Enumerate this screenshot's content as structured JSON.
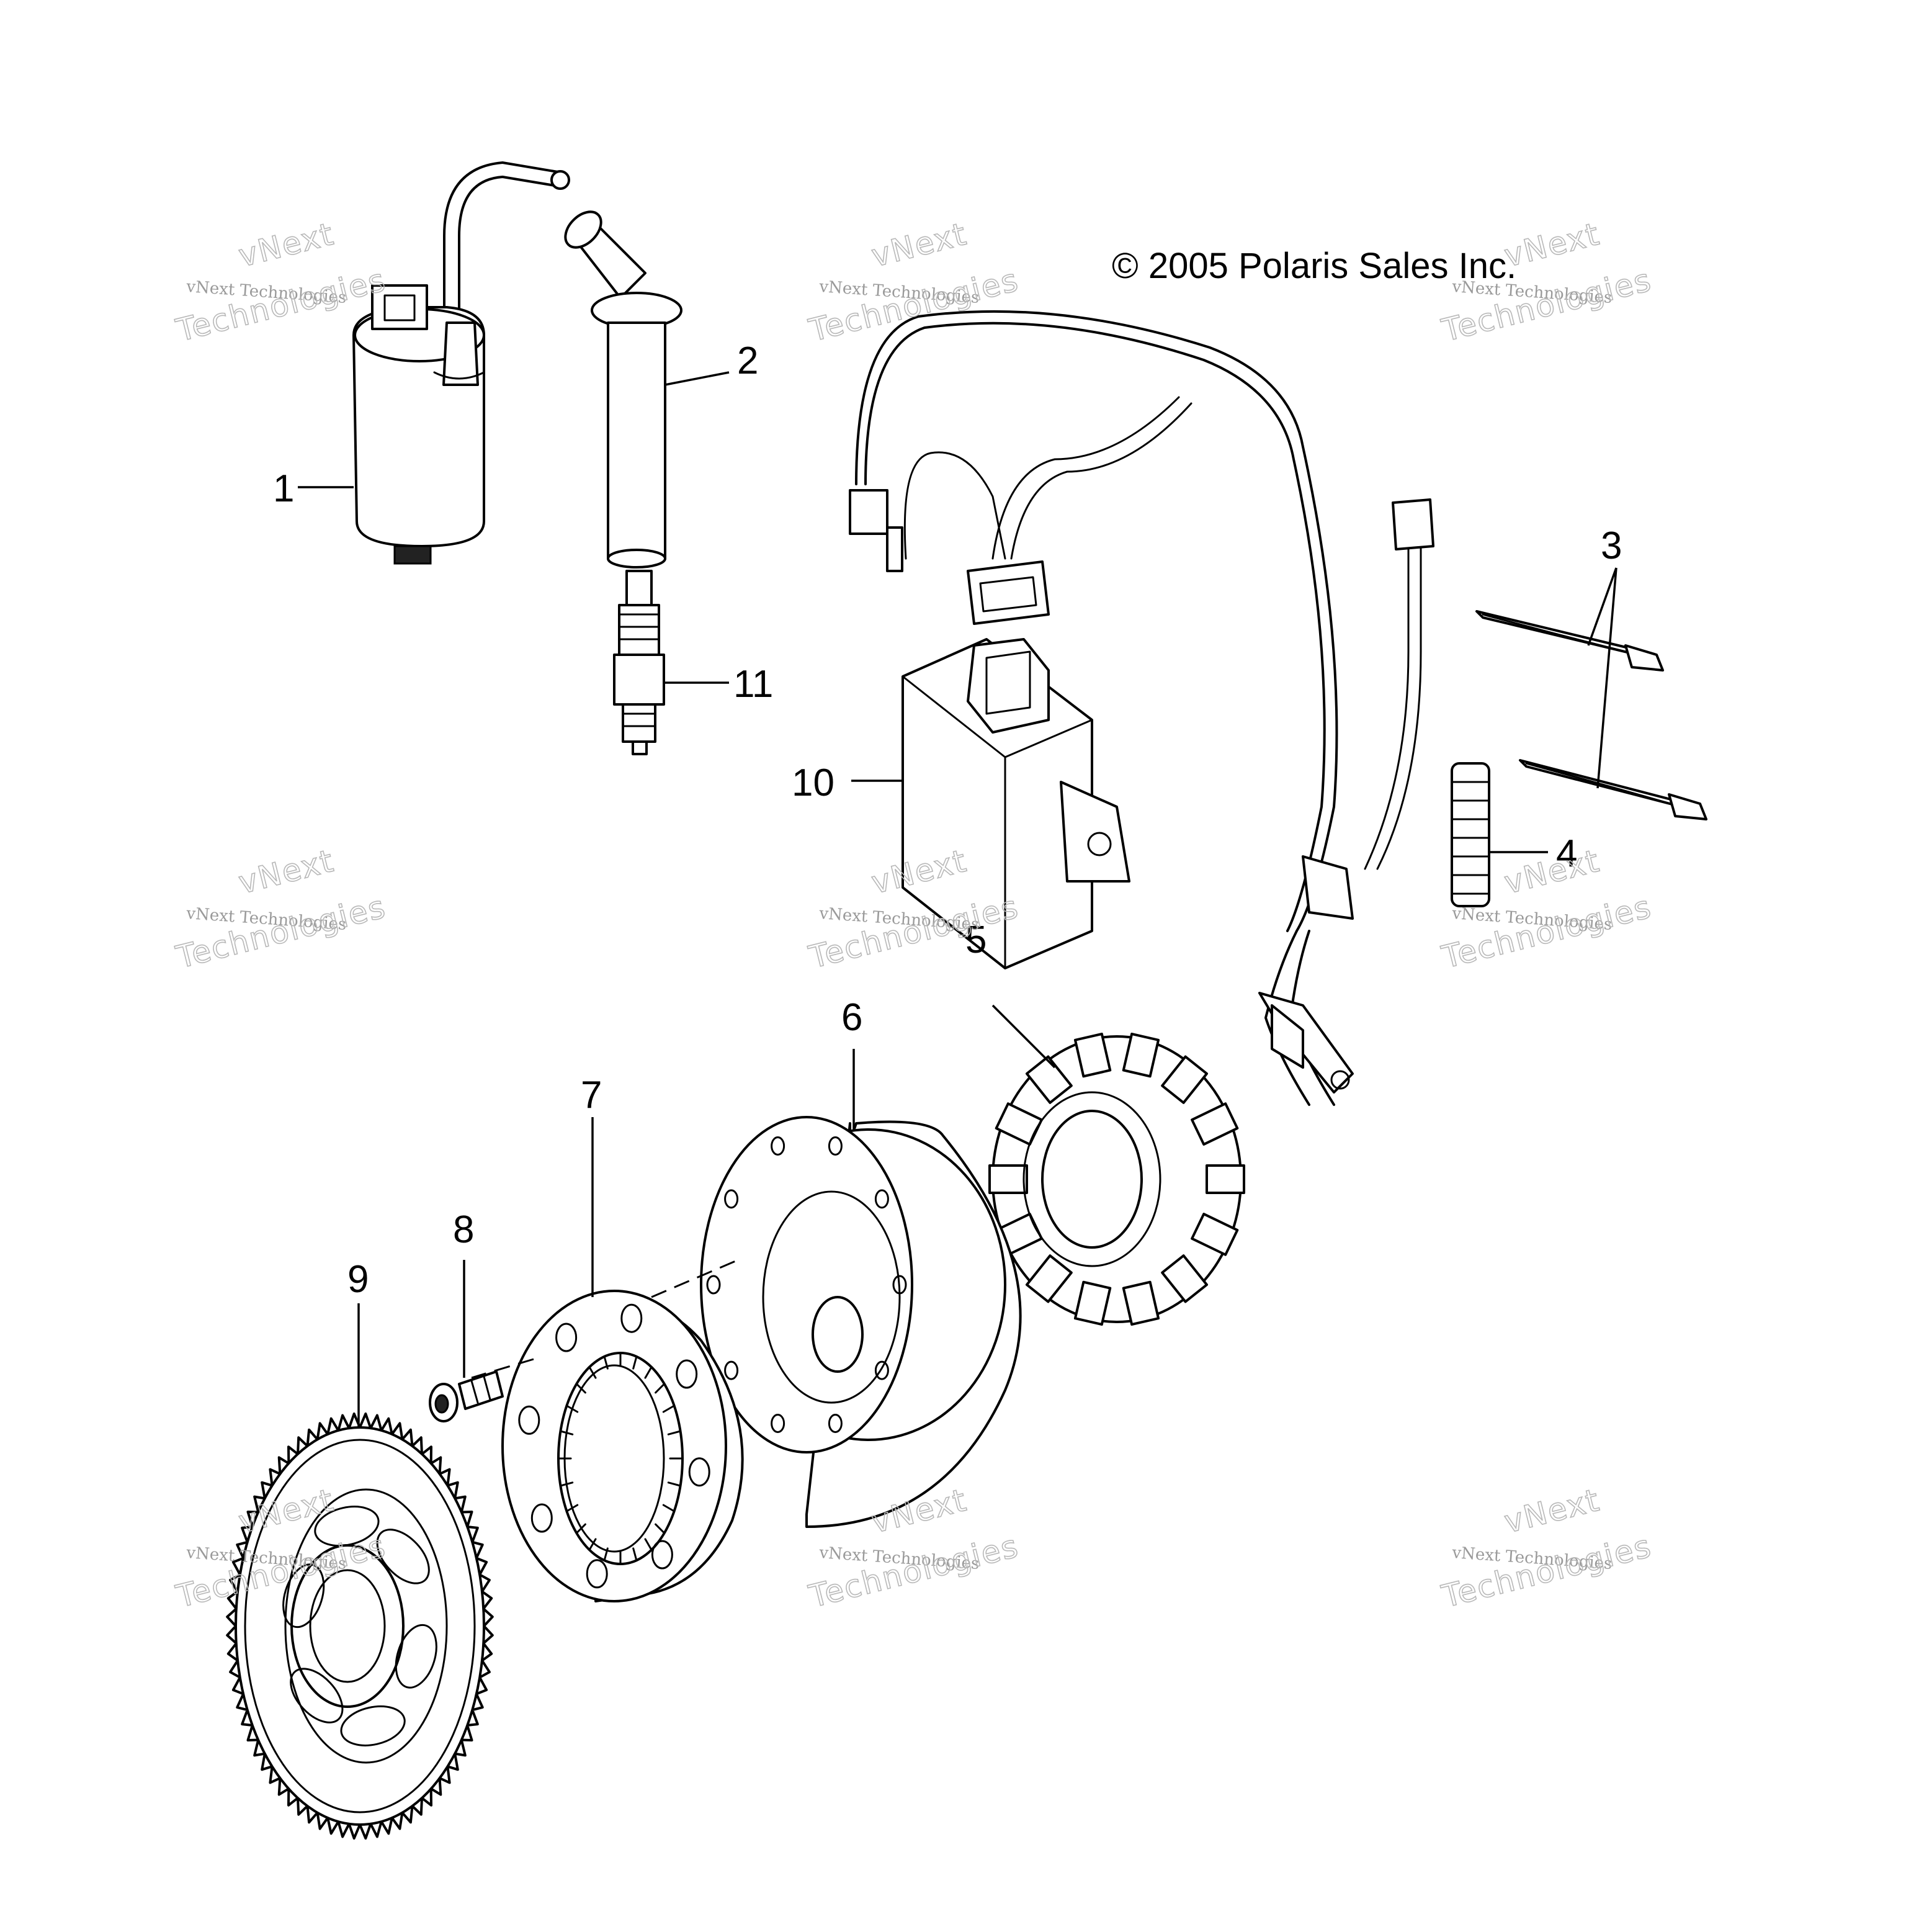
{
  "copyright": "© 2005 Polaris Sales Inc.",
  "watermark": {
    "small": "vNext Technologies",
    "large": "Technologies",
    "top": "vNext"
  },
  "callouts": [
    "1",
    "2",
    "3",
    "4",
    "5",
    "6",
    "7",
    "8",
    "9",
    "10",
    "11"
  ],
  "parts": {
    "ignition_coil": "ignition-coil",
    "spark_plug_cap": "spark-plug-cap",
    "spark_plug": "spark-plug",
    "cdi_box": "cdi-box",
    "wire_harness": "wire-harness",
    "clips": "harness-clips",
    "grommet": "grommet",
    "stator": "stator",
    "flywheel": "flywheel",
    "starter_clutch": "starter-clutch",
    "screw": "screw",
    "starter_gear": "starter-gear"
  }
}
